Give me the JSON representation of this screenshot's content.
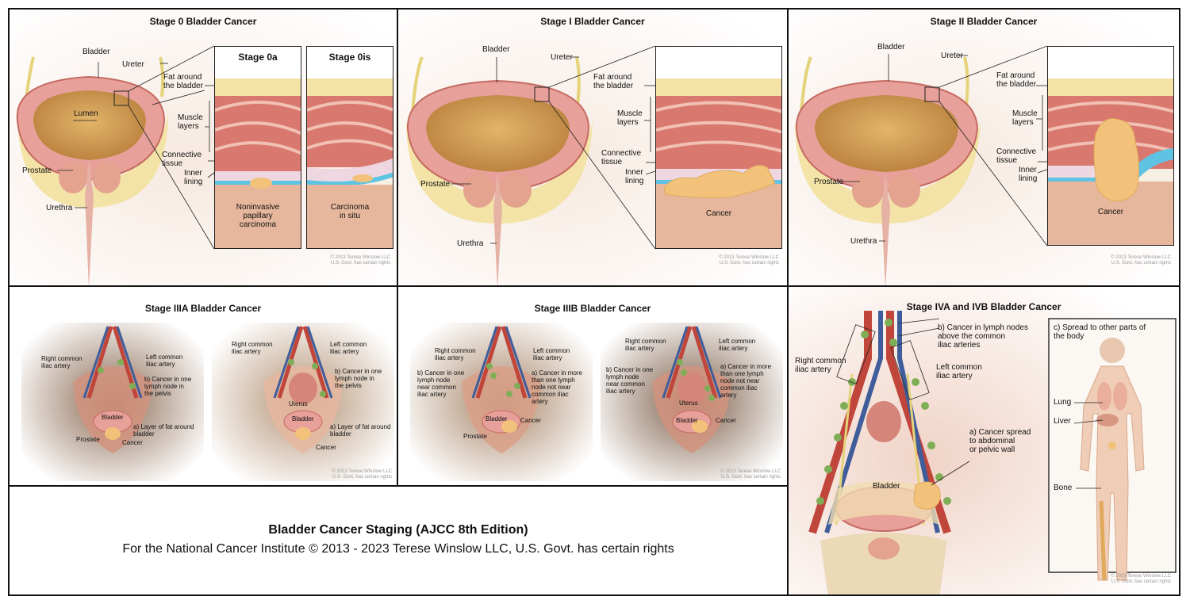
{
  "panels": {
    "stage0": {
      "title": "Stage 0 Bladder Cancer",
      "labels": {
        "bladder": "Bladder",
        "ureter": "Ureter",
        "lumen": "Lumen",
        "fat": "Fat around\nthe bladder",
        "muscle": "Muscle\nlayers",
        "connective": "Connective\ntissue",
        "inner": "Inner\nlining",
        "prostate": "Prostate",
        "urethra": "Urethra"
      },
      "inset_a": {
        "title": "Stage 0a",
        "label": "Noninvasive\npapillary\ncarcinoma"
      },
      "inset_b": {
        "title": "Stage 0is",
        "label": "Carcinoma\nin situ"
      },
      "copyright": "© 2013 Terese Winslow LLC\nU.S. Govt. has certain rights"
    },
    "stage1": {
      "title": "Stage I Bladder Cancer",
      "labels": {
        "bladder": "Bladder",
        "ureter": "Ureter",
        "fat": "Fat around\nthe bladder",
        "muscle": "Muscle\nlayers",
        "connective": "Connective\ntissue",
        "inner": "Inner\nlining",
        "prostate": "Prostate",
        "urethra": "Urethra",
        "cancer": "Cancer"
      },
      "copyright": "© 2013 Terese Winslow LLC\nU.S. Govt. has certain rights"
    },
    "stage2": {
      "title": "Stage II Bladder Cancer",
      "labels": {
        "bladder": "Bladder",
        "ureter": "Ureter",
        "fat": "Fat around\nthe bladder",
        "muscle": "Muscle\nlayers",
        "connective": "Connective\ntissue",
        "inner": "Inner\nlining",
        "prostate": "Prostate",
        "urethra": "Urethra",
        "cancer": "Cancer"
      },
      "copyright": "© 2013 Terese Winslow LLC\nU.S. Govt. has certain rights"
    },
    "stage3a": {
      "title": "Stage IIIA Bladder Cancer",
      "male": {
        "right_iliac": "Right common\niliac artery",
        "left_iliac": "Left common\niliac artery",
        "lymph": "b) Cancer in one\nlymph node in\nthe pelvis",
        "bladder": "Bladder",
        "fat": "a) Layer of fat around\nbladder",
        "prostate": "Prostate",
        "cancer": "Cancer"
      },
      "female": {
        "right_iliac": "Right common\niliac artery",
        "left_iliac": "Left common\niliac artery",
        "lymph": "b) Cancer in one\nlymph node in\nthe pelvis",
        "uterus": "Uterus",
        "bladder": "Bladder",
        "fat": "a) Layer of fat around\nbladder",
        "cancer": "Cancer"
      },
      "copyright": "© 2013 Terese Winslow LLC\nU.S. Govt. has certain rights"
    },
    "stage3b": {
      "title": "Stage IIIB Bladder Cancer",
      "male": {
        "right_iliac": "Right common\niliac artery",
        "left_iliac": "Left common\niliac artery",
        "near": "b) Cancer in one\nlymph node\nnear common\niliac artery",
        "more": "a) Cancer in more\nthan one lymph\nnode not near\ncommon iliac\nartery",
        "bladder": "Bladder",
        "cancer": "Cancer",
        "prostate": "Prostate"
      },
      "female": {
        "right_iliac": "Right common\niliac artery",
        "left_iliac": "Left common\niliac artery",
        "near": "b) Cancer in one\nlymph node\nnear common\niliac artery",
        "more": "a) Cancer in more\nthan one lymph\nnode not near\ncommon iliac\nartery",
        "uterus": "Uterus",
        "bladder": "Bladder",
        "cancer": "Cancer"
      },
      "copyright": "© 2013 Terese Winslow LLC\nU.S. Govt. has certain rights"
    },
    "stage4": {
      "title": "Stage IVA and IVB Bladder Cancer",
      "labels": {
        "above": "b) Cancer in lymph nodes\nabove the common\niliac arteries",
        "right_iliac": "Right common\niliac artery",
        "left_iliac": "Left common\niliac artery",
        "wall": "a) Cancer spread\nto abdominal\nor pelvic wall",
        "bladder": "Bladder"
      },
      "body": {
        "title": "c) Spread to other parts of\nthe body",
        "lung": "Lung",
        "liver": "Liver",
        "bone": "Bone"
      },
      "copyright": "© 2023 Terese Winslow LLC\nU.S. Govt. has certain rights"
    }
  },
  "caption": {
    "title": "Bladder Cancer Staging (AJCC 8th Edition)",
    "subtitle": "For the National Cancer Institute © 2013 - 2023 Terese Winslow LLC, U.S. Govt. has certain rights"
  },
  "colors": {
    "tissue": "#e8a09a",
    "muscle": "#d9786e",
    "fat": "#f3e3a6",
    "lumen": "#d6a55e",
    "lining": "#5fc3e4",
    "cancer": "#f2c27b",
    "skin_dark": "#6f5443",
    "skin_mid": "#8b6a52",
    "artery": "#c0453a",
    "vein": "#3e5d9a",
    "node": "#7fae57",
    "nerve": "#e5d37a"
  }
}
